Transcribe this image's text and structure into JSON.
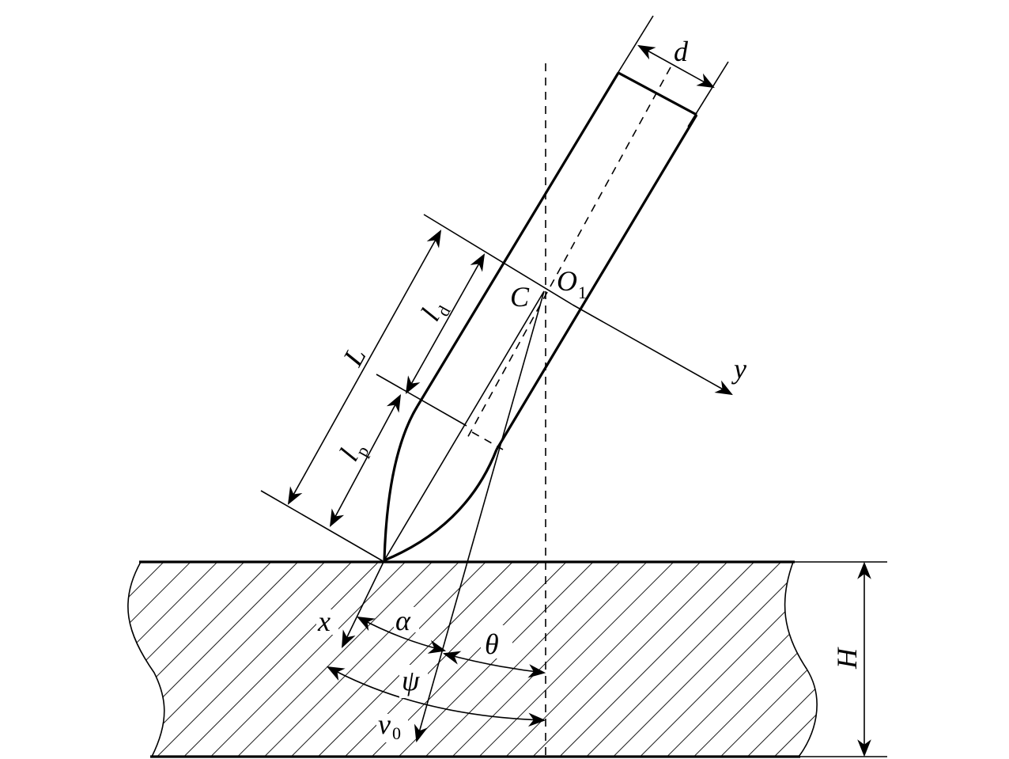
{
  "labels": {
    "d": "d",
    "L": "L",
    "ld_main": "l",
    "ld_sub": "d",
    "lp_main": "l",
    "lp_sub": "p",
    "C": "C",
    "O1_main": "O",
    "O1_sub": "1",
    "y": "y",
    "x": "x",
    "alpha": "α",
    "theta": "θ",
    "psi": "ψ",
    "v0_main": "v",
    "v0_sub": "0",
    "H": "H"
  },
  "colors": {
    "line": "#000000",
    "background": "#ffffff"
  }
}
